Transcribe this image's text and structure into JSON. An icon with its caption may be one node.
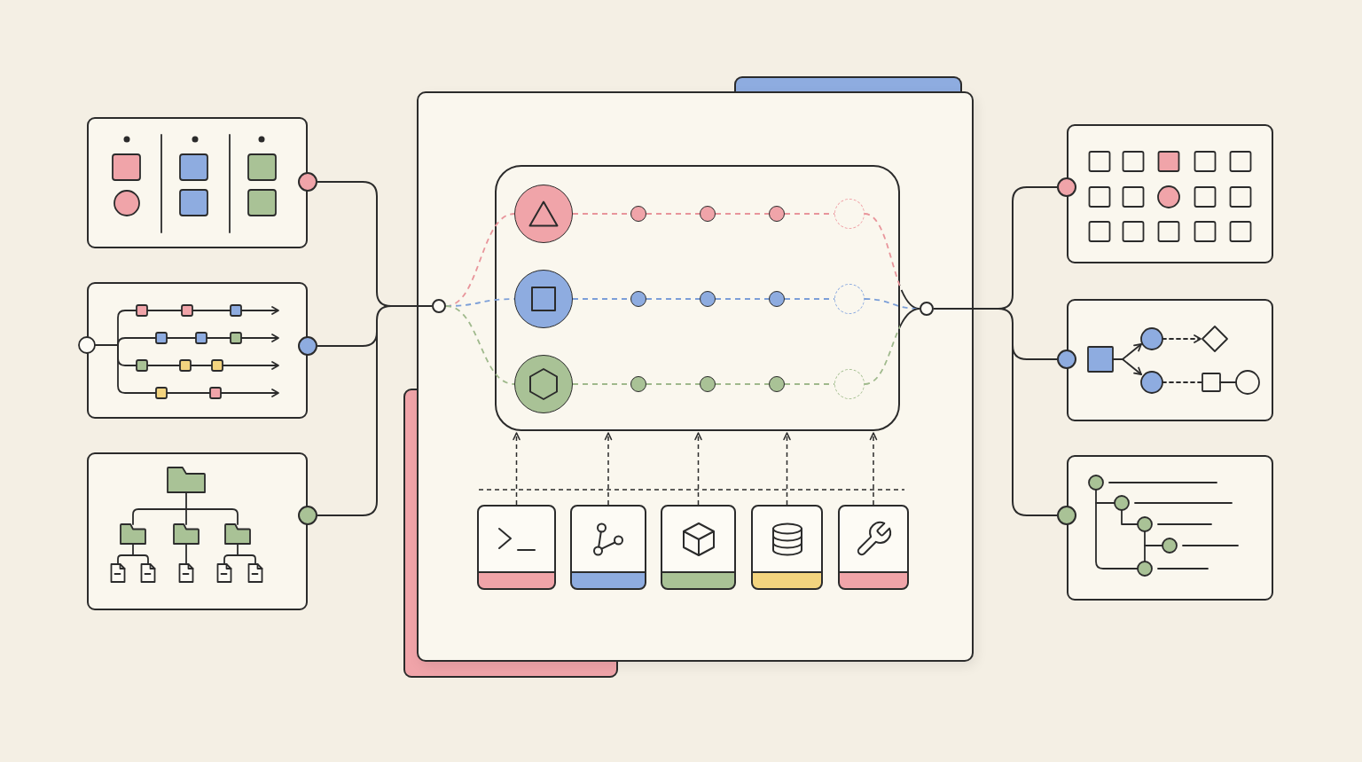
{
  "diagram": {
    "nodes": [
      {
        "text": [],
        "shape": "box"
      },
      {
        "text": [],
        "shape": "circle"
      },
      {
        "text": [],
        "shape": "box"
      },
      {
        "text": [],
        "shape": "circle"
      },
      {
        "text": [],
        "shape": "box"
      },
      {
        "text": [],
        "shape": "circle"
      },
      {
        "text": [],
        "shape": "box"
      },
      {
        "text": [],
        "shape": "box"
      },
      {
        "text": [],
        "shape": "circle",
        "in": 7
      },
      {
        "text": [],
        "shape": "box",
        "in": 7
      },
      {
        "text": [],
        "shape": "circle",
        "in": 9
      },
      {
        "text": [],
        "shape": "circle",
        "in": 9
      },
      {
        "text": [],
        "shape": "circle",
        "in": 9
      },
      {
        "text": [],
        "shape": "circle",
        "in": 9
      },
      {
        "text": [],
        "shape": "circle",
        "in": 9
      },
      {
        "text": [],
        "shape": "circle",
        "in": 9
      },
      {
        "text": [],
        "shape": "circle",
        "in": 9
      },
      {
        "text": [],
        "shape": "circle",
        "in": 9
      },
      {
        "text": [],
        "shape": "circle",
        "in": 9
      },
      {
        "text": [],
        "shape": "circle",
        "in": 9
      },
      {
        "text": [],
        "shape": "circle",
        "in": 9
      },
      {
        "text": [],
        "shape": "circle",
        "in": 9
      },
      {
        "text": [],
        "shape": "circle",
        "in": 9
      },
      {
        "text": [],
        "shape": "circle",
        "in": 9
      },
      {
        "text": [],
        "shape": "circle",
        "in": 9
      },
      {
        "text": [],
        "shape": "circle",
        "in": 7
      },
      {
        "text": [],
        "shape": "box",
        "in": 7
      },
      {
        "text": [],
        "shape": "box",
        "in": 7
      },
      {
        "text": [],
        "shape": "box",
        "in": 7
      },
      {
        "text": [],
        "shape": "box",
        "in": 7
      },
      {
        "text": [],
        "shape": "box",
        "in": 7
      },
      {
        "text": [],
        "shape": "box"
      },
      {
        "text": [],
        "shape": "circle"
      },
      {
        "text": [],
        "shape": "box"
      },
      {
        "text": [],
        "shape": "circle"
      },
      {
        "text": [],
        "shape": "box"
      },
      {
        "text": [],
        "shape": "circle"
      }
    ],
    "edges": [
      {
        "from": 1,
        "to": 8,
        "arrow": "none"
      },
      {
        "from": 3,
        "to": 8,
        "arrow": "none"
      },
      {
        "from": 5,
        "to": 8,
        "arrow": "none"
      },
      {
        "from": 8,
        "to": 10,
        "arrow": "none",
        "style": "dashed",
        "color": "#e8959b"
      },
      {
        "from": 8,
        "to": 15,
        "arrow": "none",
        "style": "dashed",
        "color": "#7c9fd8"
      },
      {
        "from": 8,
        "to": 20,
        "arrow": "none",
        "style": "dashed",
        "color": "#9fb98c"
      },
      {
        "from": 10,
        "to": 11,
        "arrow": "none",
        "style": "dashed",
        "color": "#e8959b"
      },
      {
        "from": 11,
        "to": 12,
        "arrow": "none",
        "style": "dashed",
        "color": "#e8959b"
      },
      {
        "from": 12,
        "to": 13,
        "arrow": "none",
        "style": "dashed",
        "color": "#e8959b"
      },
      {
        "from": 13,
        "to": 14,
        "arrow": "none",
        "style": "dashed",
        "color": "#e8959b"
      },
      {
        "from": 14,
        "to": 25,
        "arrow": "none",
        "style": "dashed",
        "color": "#e8959b"
      },
      {
        "from": 15,
        "to": 16,
        "arrow": "none",
        "style": "dashed",
        "color": "#7c9fd8"
      },
      {
        "from": 16,
        "to": 17,
        "arrow": "none",
        "style": "dashed",
        "color": "#7c9fd8"
      },
      {
        "from": 17,
        "to": 18,
        "arrow": "none",
        "style": "dashed",
        "color": "#7c9fd8"
      },
      {
        "from": 18,
        "to": 19,
        "arrow": "none",
        "style": "dashed",
        "color": "#7c9fd8"
      },
      {
        "from": 19,
        "to": 25,
        "arrow": "none",
        "style": "dashed",
        "color": "#7c9fd8"
      },
      {
        "from": 20,
        "to": 21,
        "arrow": "none",
        "style": "dashed",
        "color": "#9fb98c"
      },
      {
        "from": 21,
        "to": 22,
        "arrow": "none",
        "style": "dashed",
        "color": "#9fb98c"
      },
      {
        "from": 22,
        "to": 23,
        "arrow": "none",
        "style": "dashed",
        "color": "#9fb98c"
      },
      {
        "from": 23,
        "to": 24,
        "arrow": "none",
        "style": "dashed",
        "color": "#9fb98c"
      },
      {
        "from": 24,
        "to": 25,
        "arrow": "none",
        "style": "dashed",
        "color": "#9fb98c"
      },
      {
        "from": 25,
        "to": 32,
        "arrow": "none"
      },
      {
        "from": 25,
        "to": 34,
        "arrow": "none"
      },
      {
        "from": 25,
        "to": 36,
        "arrow": "none"
      },
      {
        "from": 26,
        "to": 9,
        "arrow": "to",
        "style": "dashed"
      },
      {
        "from": 27,
        "to": 9,
        "arrow": "to",
        "style": "dashed"
      },
      {
        "from": 28,
        "to": 9,
        "arrow": "to",
        "style": "dashed"
      },
      {
        "from": 29,
        "to": 9,
        "arrow": "to",
        "style": "dashed"
      },
      {
        "from": 30,
        "to": 9,
        "arrow": "to",
        "style": "dashed"
      }
    ]
  }
}
